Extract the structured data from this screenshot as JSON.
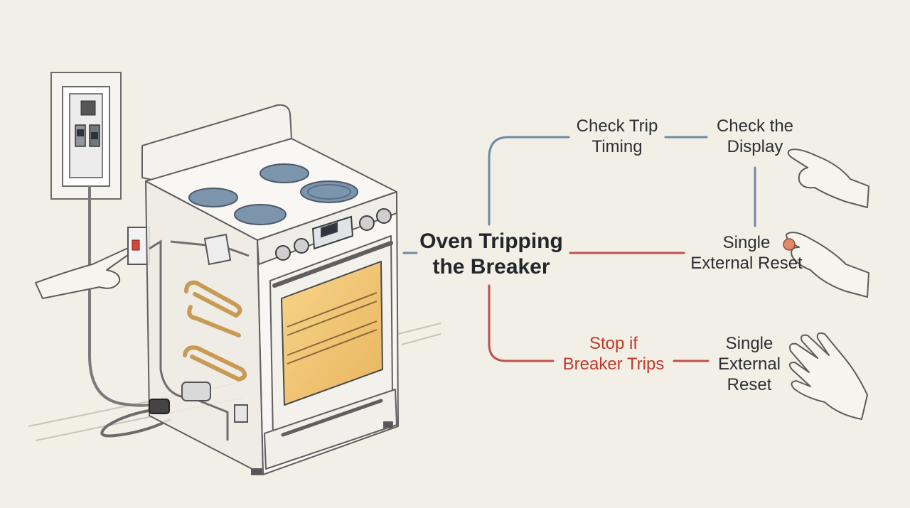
{
  "title_lines": [
    "Oven Tripping",
    "the Breaker"
  ],
  "nodes": {
    "check_trip_timing": [
      "Check Trip",
      "Timing"
    ],
    "check_display": [
      "Check the",
      "Display"
    ],
    "single_reset_mid": [
      "Single",
      "External Reset"
    ],
    "stop_if_trips": [
      "Stop if",
      "Breaker Trips"
    ],
    "single_reset_bottom": [
      "Single",
      "External",
      "Reset"
    ]
  },
  "colors": {
    "background": "#f2efe6",
    "ink": "#2c2f33",
    "blue_connector": "#6e8aa6",
    "red_connector": "#c0504d",
    "red_text": "#c0392b",
    "oven_glow": "#f0c070",
    "burner": "#7d94ad"
  },
  "icons": [
    "breaker-panel-icon",
    "oven-range-illustration",
    "pointing-hand-icon",
    "open-hand-icon"
  ]
}
